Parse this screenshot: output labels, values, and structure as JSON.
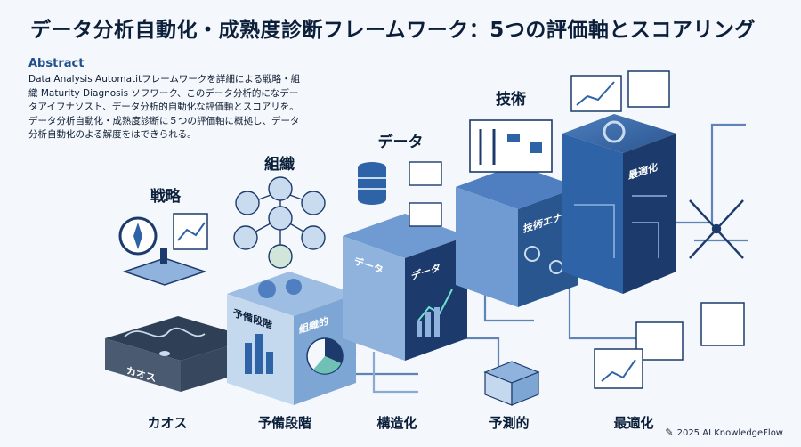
{
  "title": "データ分析自動化・成熟度診断フレームワーク：5つの評価軸とスコアリング",
  "abstract": {
    "heading": "Abstract",
    "lines": [
      "Data Analysis Automatitフレームワークを詳細による戦略・組",
      "織 Maturity Diagnosis ソフワーク、このデータ分析的になデー",
      "タアイフナソスト、データ分析的自動化な評価軸とスコアリを。",
      "データ分析自動化・成熟度診断に５つの評価軸に概拠し、データ",
      "分析自動化のよる解度をはできられる。"
    ]
  },
  "pillars": [
    "戦略",
    "組織",
    "データ",
    "技術"
  ],
  "stages": [
    "カオス",
    "予備段階",
    "構造化",
    "予測的",
    "最適化"
  ],
  "block_faces": {
    "chaos": "カオス",
    "prep_left": "予備段階",
    "prep_right": "組織的",
    "data_top": "データ",
    "data_right": "データ",
    "tech": "技術エナ",
    "opt": "最適化"
  },
  "footer": {
    "text": "2025 AI KnowledgeFlow"
  },
  "colors": {
    "navy": "#1c3a6b",
    "blue": "#2f63a8",
    "light_blue": "#8fb3dc",
    "pale_blue": "#c9dbef",
    "dark_gray": "#3a4a5e"
  }
}
